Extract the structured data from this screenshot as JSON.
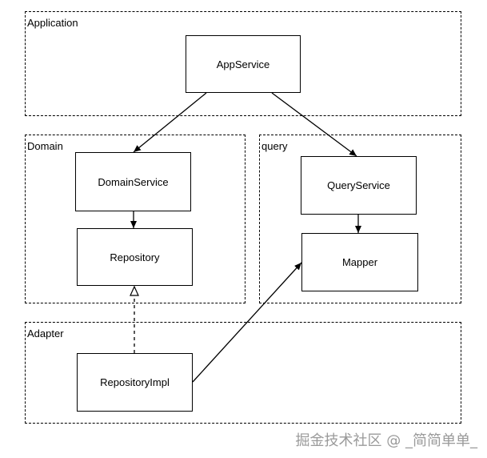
{
  "groups": {
    "application": {
      "label": "Application"
    },
    "domain": {
      "label": "Domain"
    },
    "query": {
      "label": "query"
    },
    "adapter": {
      "label": "Adapter"
    }
  },
  "nodes": {
    "app_service": {
      "label": "AppService"
    },
    "domain_service": {
      "label": "DomainService"
    },
    "repository": {
      "label": "Repository"
    },
    "query_service": {
      "label": "QueryService"
    },
    "mapper": {
      "label": "Mapper"
    },
    "repository_impl": {
      "label": "RepositoryImpl"
    }
  },
  "edges": [
    {
      "from": "AppService",
      "to": "DomainService",
      "style": "solid"
    },
    {
      "from": "AppService",
      "to": "QueryService",
      "style": "solid"
    },
    {
      "from": "DomainService",
      "to": "Repository",
      "style": "solid"
    },
    {
      "from": "QueryService",
      "to": "Mapper",
      "style": "solid"
    },
    {
      "from": "RepositoryImpl",
      "to": "Repository",
      "style": "dashed-hollow-arrow"
    },
    {
      "from": "RepositoryImpl",
      "to": "Mapper",
      "style": "solid"
    }
  ],
  "watermark": "掘金技术社区 @ _简简单单_"
}
